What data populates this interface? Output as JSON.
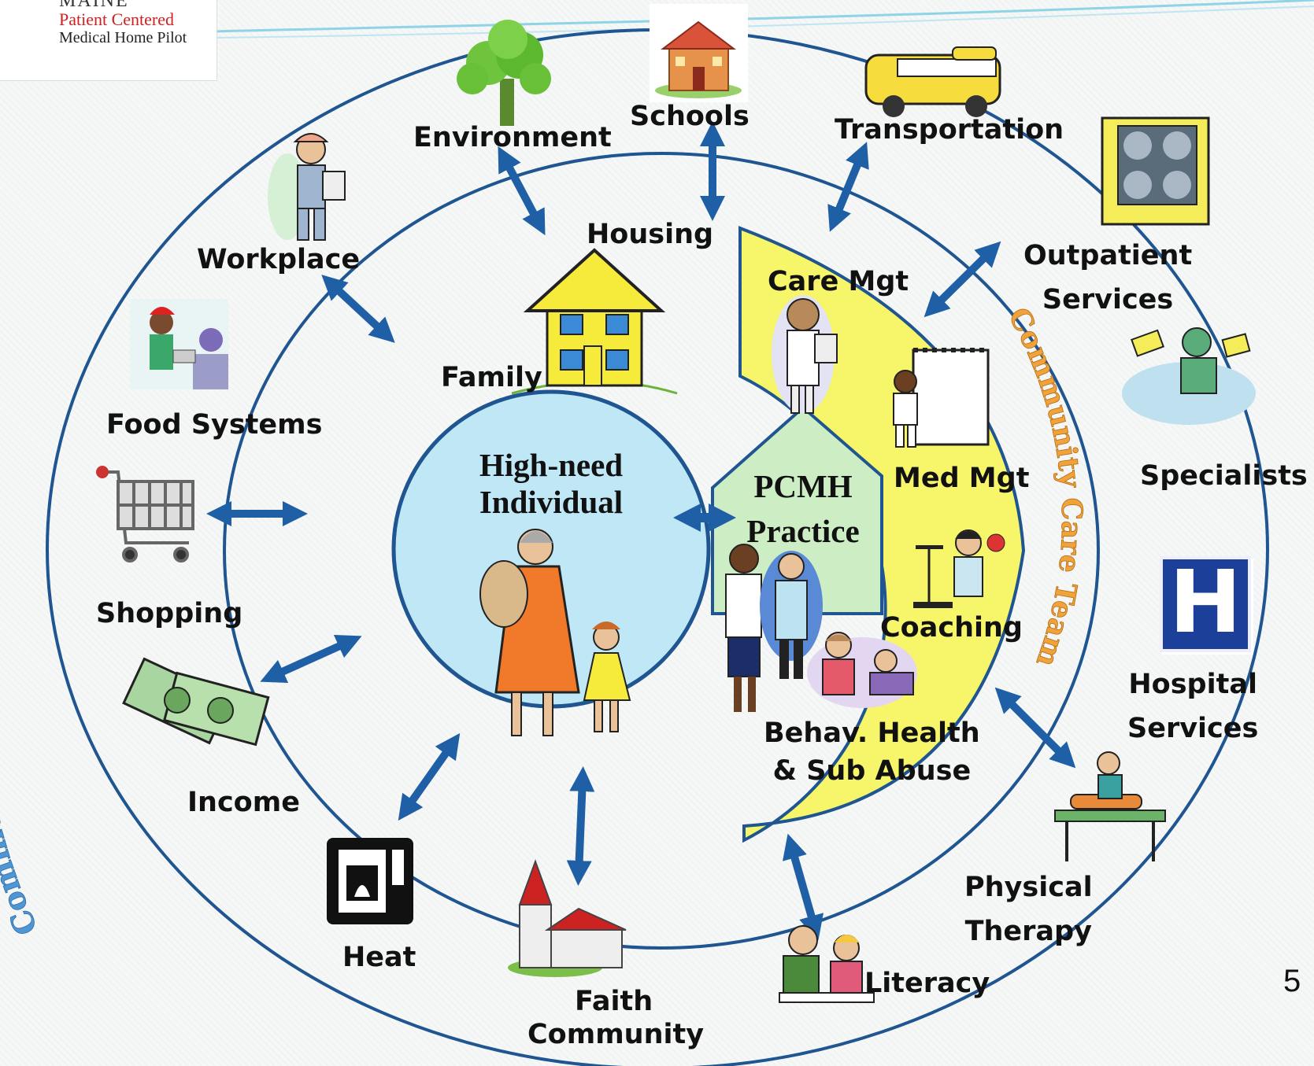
{
  "logo": {
    "line1": "MAINE",
    "line2": "Patient Centered",
    "line3": "Medical Home Pilot"
  },
  "center": {
    "line1": "High-need",
    "line2": "Individual"
  },
  "pcmh": {
    "line1": "PCMH",
    "line2": "Practice"
  },
  "side_title": "Community Resources",
  "care_team_title": "Community Care Team",
  "community_labels": {
    "environment": "Environment",
    "schools": "Schools",
    "transportation": "Transportation",
    "workplace": "Workplace",
    "food_systems": "Food Systems",
    "shopping": "Shopping",
    "income": "Income",
    "heat": "Heat",
    "faith_1": "Faith",
    "faith_2": "Community",
    "literacy": "Literacy",
    "housing": "Housing",
    "family": "Family"
  },
  "care_team_labels": {
    "care_mgt": "Care Mgt",
    "med_mgt": "Med Mgt",
    "coaching": "Coaching",
    "behav_1": "Behav. Health",
    "behav_2": "& Sub Abuse"
  },
  "medical_labels": {
    "outpatient_1": "Outpatient",
    "outpatient_2": "Services",
    "specialists": "Specialists",
    "hospital_1": "Hospital",
    "hospital_2": "Services",
    "physical_1": "Physical",
    "physical_2": "Therapy",
    "hospital_sign": "H"
  },
  "page_number": "5",
  "colors": {
    "ring": "#1f5590",
    "arrow": "#1f5fa6",
    "center_fill": "#bfe7f5",
    "pcmh_fill": "#cdeec4",
    "care_team_fill": "#f7f56a",
    "care_team_text": "#f0a33a",
    "side_title": "#4f97d4"
  }
}
